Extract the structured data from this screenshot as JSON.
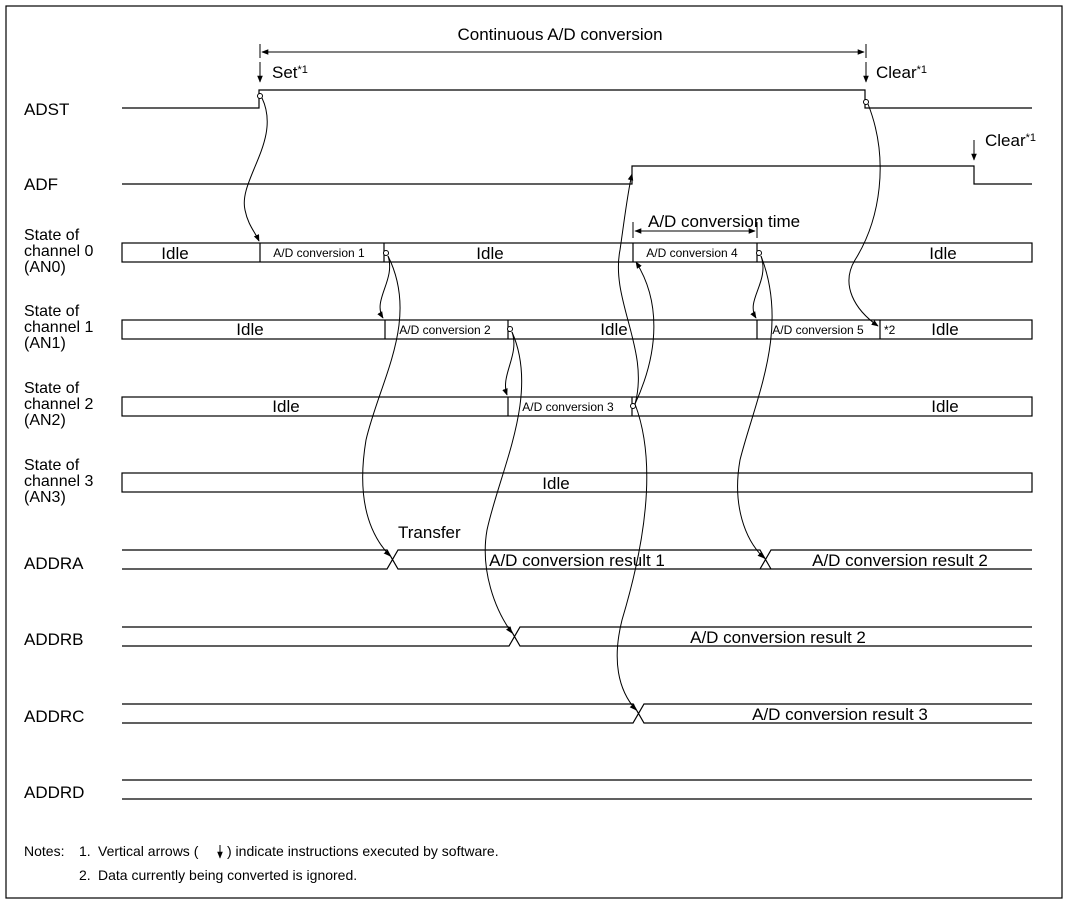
{
  "header": {
    "span_label": "Continuous A/D conversion",
    "set_label": "Set",
    "set_ref": "*1",
    "clear_label": "Clear",
    "clear_ref": "*1",
    "adf_clear_label": "Clear",
    "adf_clear_ref": "*1",
    "conv_time_label": "A/D conversion time"
  },
  "signals": {
    "adst": "ADST",
    "adf": "ADF",
    "ch0": [
      "State of",
      "channel 0",
      "(AN0)"
    ],
    "ch1": [
      "State of",
      "channel 1",
      "(AN1)"
    ],
    "ch2": [
      "State of",
      "channel 2",
      "(AN2)"
    ],
    "ch3": [
      "State of",
      "channel 3",
      "(AN3)"
    ],
    "addra": "ADDRA",
    "addrb": "ADDRB",
    "addrc": "ADDRC",
    "addrd": "ADDRD"
  },
  "ch0_segments": [
    "Idle",
    "A/D conversion 1",
    "Idle",
    "A/D conversion 4",
    "Idle"
  ],
  "ch1_segments": [
    "Idle",
    "A/D conversion 2",
    "Idle",
    "A/D conversion 5",
    "*2",
    "Idle"
  ],
  "ch2_segments": [
    "Idle",
    "A/D conversion 3",
    "Idle"
  ],
  "ch3_segments": [
    "Idle"
  ],
  "registers": {
    "transfer_label": "Transfer",
    "addra_result1": "A/D conversion result 1",
    "addra_result2": "A/D conversion result 2",
    "addrb_result": "A/D conversion result 2",
    "addrc_result": "A/D conversion result 3"
  },
  "notes": {
    "prefix": "Notes:",
    "note1_num": "1.",
    "note1_a": "Vertical arrows (",
    "note1_b": ") indicate instructions executed by software.",
    "note2_num": "2.",
    "note2": "Data currently being converted is ignored."
  }
}
